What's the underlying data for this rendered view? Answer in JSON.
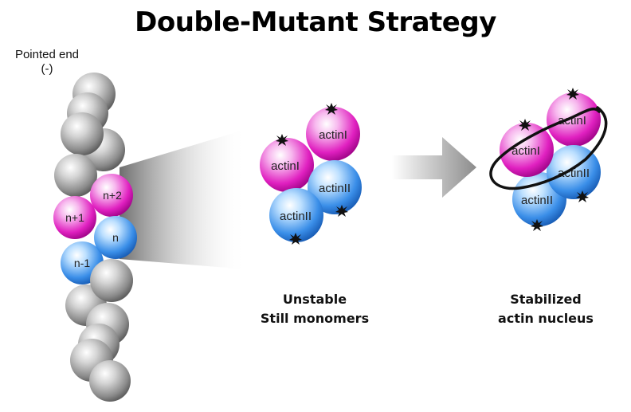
{
  "title": "Double-Mutant Strategy",
  "filament": {
    "pointed_end_label": "Pointed end",
    "pointed_end_sign": "(-)",
    "subunits": {
      "n_plus_2": "n+2",
      "n_plus_1": "n+1",
      "n": "n",
      "n_minus_1": "n-1"
    }
  },
  "unstable_group": {
    "labels": [
      "actinI",
      "actinI",
      "actinII",
      "actinII"
    ],
    "caption_line1": "Unstable",
    "caption_line2": "Still monomers"
  },
  "stable_group": {
    "labels": [
      "actinI",
      "actinI",
      "actinII",
      "actinII"
    ],
    "caption_line1": "Stabilized",
    "caption_line2": "actin nucleus"
  },
  "colors": {
    "gray_subunit": "#8a8a8a",
    "magenta_subunit": "#e020c0",
    "blue_subunit": "#3a8ee8"
  }
}
